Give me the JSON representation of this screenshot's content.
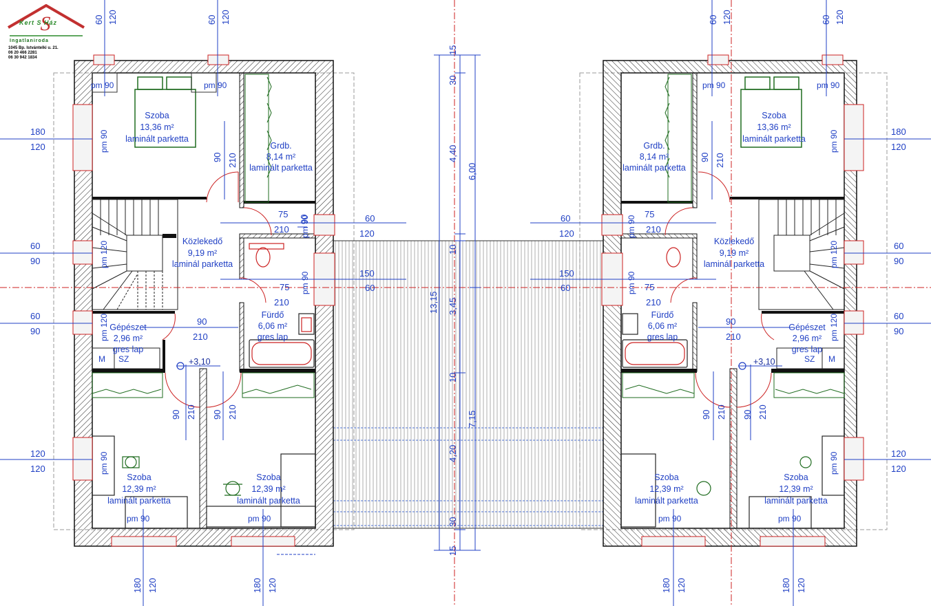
{
  "logo": {
    "name": "Kert S Ház",
    "subtitle": "Ingatlaniroda",
    "address": "1045 Bp. Istvántelki u. 21.",
    "phone1": "06 20 466 2281",
    "phone2": "06 30 942 1834"
  },
  "rooms": {
    "szoba_top": {
      "name": "Szoba",
      "area": "13,36 m²",
      "floor": "laminált parketta"
    },
    "grdb": {
      "name": "Grdb.",
      "area": "8,14 m²",
      "floor": "laminált parketta"
    },
    "kozlekedo": {
      "name": "Közlekedő",
      "area": "9,19 m²",
      "floor": "laminál parketta"
    },
    "gepeszet": {
      "name": "Gépészet",
      "area": "2,96 m²",
      "floor": "gres lap"
    },
    "furdo": {
      "name": "Fürdő",
      "area": "6,06 m²",
      "floor": "gres lap"
    },
    "szoba_bl": {
      "name": "Szoba",
      "area": "12,39 m²",
      "floor": "laminált parketta"
    },
    "szoba_br": {
      "name": "Szoba",
      "area": "12,39 m²",
      "floor": "laminált parketta"
    }
  },
  "labels": {
    "pm90": "pm 90",
    "pm120": "pm 120",
    "level": "+3,10",
    "m": "M",
    "sz": "SZ"
  },
  "dims": {
    "d60": "60",
    "d120": "120",
    "d180": "180",
    "d90": "90",
    "d210": "210",
    "d75": "75",
    "d150": "150",
    "d15": "15",
    "d30": "30",
    "d10": "10",
    "d440": "4,40",
    "d600": "6,00",
    "d1315": "13,15",
    "d345": "3,45",
    "d715": "7,15",
    "d420": "4,20"
  },
  "colors": {
    "wall": "#111111",
    "dimension": "#1f3fc4",
    "axis": "#cc2222",
    "furniture": "#1e6b1e",
    "door": "#cc2222",
    "text": "#1f3fc4"
  }
}
